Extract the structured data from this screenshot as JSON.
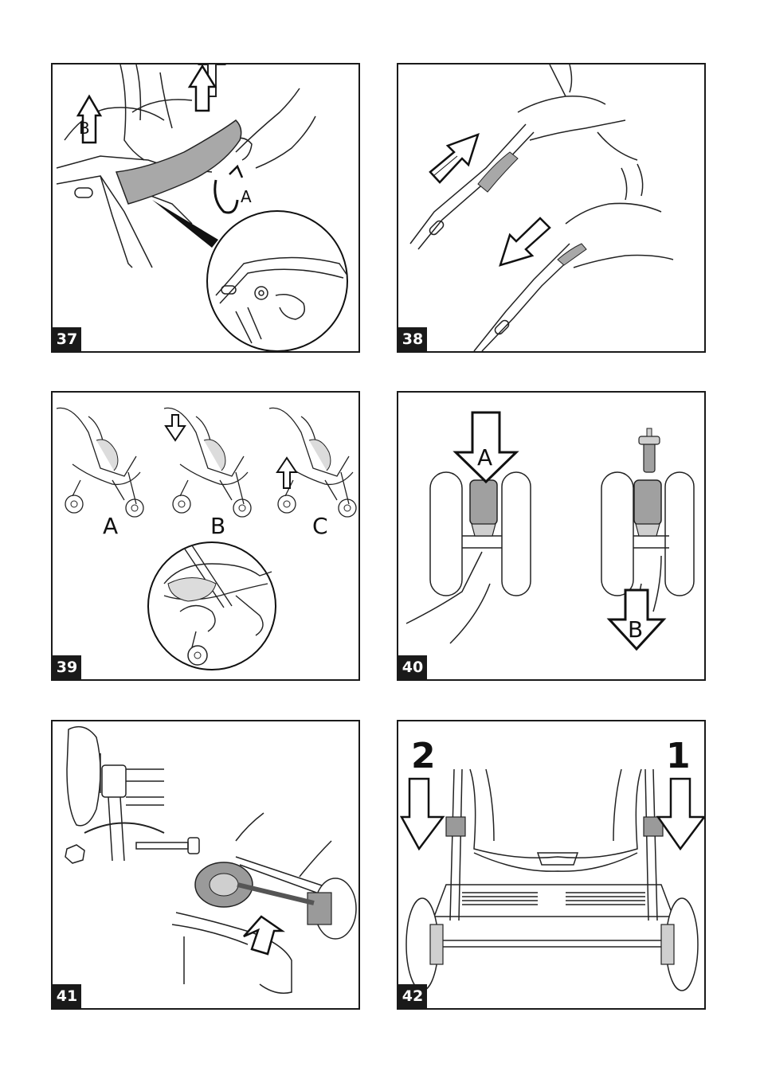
{
  "figures": [
    {
      "number": "37",
      "labels": {
        "a": "A",
        "b": "B"
      }
    },
    {
      "number": "38"
    },
    {
      "number": "39",
      "labels": {
        "a": "A",
        "b": "B",
        "c": "C"
      }
    },
    {
      "number": "40",
      "labels": {
        "a": "A",
        "b": "B"
      }
    },
    {
      "number": "41"
    },
    {
      "number": "42",
      "labels": {
        "one": "1",
        "two": "2"
      }
    }
  ]
}
